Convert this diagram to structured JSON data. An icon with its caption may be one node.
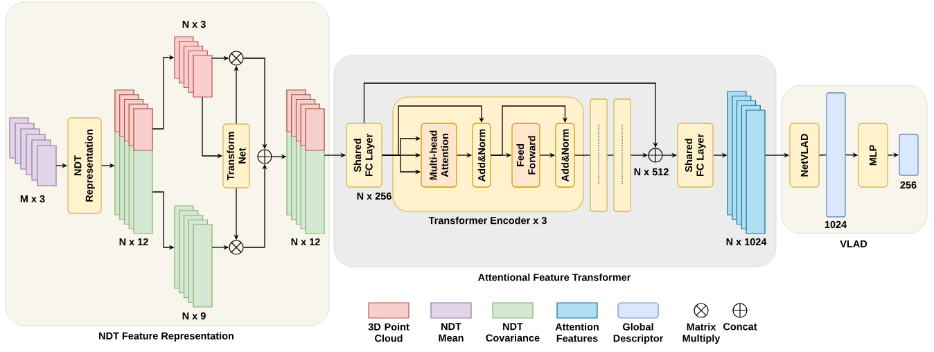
{
  "diagram": {
    "nodes": [
      {
        "text": [
          "NDT Feature Representation"
        ]
      },
      {
        "text": [
          "Attentional Feature Transformer"
        ]
      },
      {
        "text": [
          "VLAD"
        ]
      },
      {
        "text": [],
        "shape": "box",
        "beside": [
          "M x 3"
        ],
        "in": 0
      },
      {
        "text": [
          "NDT Representation"
        ],
        "in": 0
      },
      {
        "text": [],
        "shape": "box",
        "beside": [
          "N x 12"
        ],
        "in": 0
      },
      {
        "text": [],
        "shape": "box",
        "beside": [
          "N x 3"
        ],
        "in": 0
      },
      {
        "text": [],
        "shape": "box",
        "beside": [
          "N x 9"
        ],
        "in": 0
      },
      {
        "text": [
          "Transform Net"
        ],
        "in": 0
      },
      {
        "text": [],
        "shape": "circle",
        "in": 0
      },
      {
        "text": [],
        "shape": "circle",
        "in": 0
      },
      {
        "text": [],
        "shape": "circle",
        "in": 0
      },
      {
        "text": [],
        "shape": "box",
        "beside": [
          "N x 12"
        ],
        "in": 0
      },
      {
        "text": [
          "Shared FC Layer"
        ],
        "beside": [
          "N x 256"
        ],
        "in": 1
      },
      {
        "text": [
          "Transformer Encoder x 3"
        ],
        "in": 1
      },
      {
        "text": [
          "Multi-head Attention"
        ],
        "in": 14
      },
      {
        "text": [
          "Add&Norm"
        ],
        "in": 14
      },
      {
        "text": [
          "Feed Forward"
        ],
        "in": 14
      },
      {
        "text": [
          "Add&Norm"
        ],
        "in": 14
      },
      {
        "text": [],
        "shape": "bar",
        "in": 1
      },
      {
        "text": [],
        "shape": "bar",
        "in": 1
      },
      {
        "text": [],
        "shape": "circle",
        "beside": [
          "N x 512"
        ],
        "in": 1
      },
      {
        "text": [
          "Shared FC Layer"
        ],
        "in": 1
      },
      {
        "text": [],
        "shape": "box",
        "beside": [
          "N x 1024"
        ],
        "in": 1
      },
      {
        "text": [
          "NetVLAD"
        ],
        "in": 2
      },
      {
        "text": [],
        "shape": "bar",
        "beside": [
          "1024"
        ],
        "in": 2
      },
      {
        "text": [
          "MLP"
        ],
        "in": 2
      },
      {
        "text": [],
        "shape": "bar",
        "beside": [
          "256"
        ],
        "in": 2
      }
    ],
    "edges": [
      {
        "from": 3,
        "to": 4,
        "arrow": "to"
      },
      {
        "from": 4,
        "to": 5,
        "arrow": "to"
      },
      {
        "from": 5,
        "to": 6,
        "arrow": "to"
      },
      {
        "from": 5,
        "to": 7,
        "arrow": "to"
      },
      {
        "from": 6,
        "to": 9,
        "arrow": "to"
      },
      {
        "from": 6,
        "to": 8,
        "arrow": "to"
      },
      {
        "from": 7,
        "to": 10,
        "arrow": "to"
      },
      {
        "from": 8,
        "to": 9,
        "arrow": "to"
      },
      {
        "from": 8,
        "to": 10,
        "arrow": "to"
      },
      {
        "from": 9,
        "to": 11,
        "arrow": "to"
      },
      {
        "from": 10,
        "to": 11,
        "arrow": "to"
      },
      {
        "from": 11,
        "to": 12,
        "arrow": "to"
      },
      {
        "from": 12,
        "to": 13,
        "arrow": "to"
      },
      {
        "from": 13,
        "to": 15,
        "arrow": "to"
      },
      {
        "from": 13,
        "to": 15,
        "arrow": "to"
      },
      {
        "from": 13,
        "to": 15,
        "arrow": "to"
      },
      {
        "from": 13,
        "to": 16,
        "arrow": "to"
      },
      {
        "from": 15,
        "to": 16,
        "arrow": "to"
      },
      {
        "from": 16,
        "to": 17,
        "arrow": "to"
      },
      {
        "from": 16,
        "to": 18,
        "arrow": "to"
      },
      {
        "from": 17,
        "to": 18,
        "arrow": "to"
      },
      {
        "from": 18,
        "to": 19,
        "arrow": "none"
      },
      {
        "from": 19,
        "to": 20,
        "arrow": "none"
      },
      {
        "from": 20,
        "to": 21,
        "arrow": "to"
      },
      {
        "from": 13,
        "to": 21,
        "arrow": "to"
      },
      {
        "from": 21,
        "to": 22,
        "arrow": "to"
      },
      {
        "from": 22,
        "to": 23,
        "arrow": "to"
      },
      {
        "from": 23,
        "to": 24,
        "arrow": "to"
      },
      {
        "from": 24,
        "to": 25,
        "arrow": "none"
      },
      {
        "from": 25,
        "to": 26,
        "arrow": "to"
      },
      {
        "from": 26,
        "to": 27,
        "arrow": "to"
      }
    ],
    "legend": [
      {
        "text": "3D Point Cloud",
        "color": "#f8cecc"
      },
      {
        "text": "NDT Mean",
        "color": "#e1d5e7"
      },
      {
        "text": "NDT Covariance",
        "color": "#d5e8d4"
      },
      {
        "text": "Attention Features",
        "color": "#b1ddf0"
      },
      {
        "text": "Global Descriptor",
        "color": "#dae8fc"
      },
      {
        "text": "Matrix Multiply"
      },
      {
        "text": "Concat"
      }
    ]
  }
}
